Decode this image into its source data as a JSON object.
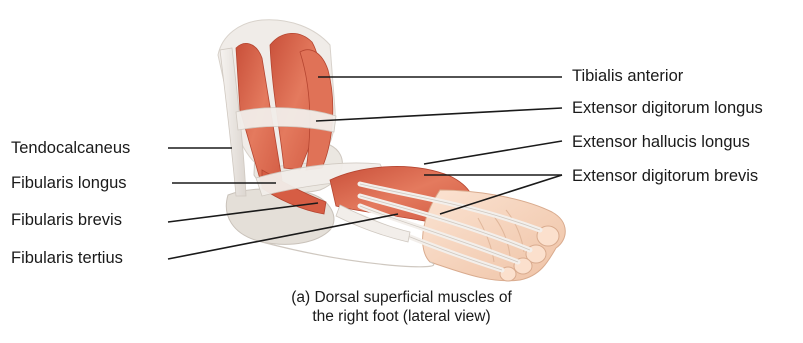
{
  "labels_right": {
    "tibialis_anterior": "Tibialis anterior",
    "extensor_digitorum_longus": "Extensor digitorum longus",
    "extensor_hallucis_longus": "Extensor hallucis longus",
    "extensor_digitorum_brevis": "Extensor digitorum brevis"
  },
  "labels_left": {
    "tendocalcaneus": "Tendocalcaneus",
    "fibularis_longus": "Fibularis longus",
    "fibularis_brevis": "Fibularis brevis",
    "fibularis_tertius": "Fibularis tertius"
  },
  "caption": {
    "line1": "(a) Dorsal superficial muscles of",
    "line2": "the right foot (lateral view)"
  },
  "colors": {
    "muscle": "#d9624a",
    "muscle_light": "#e98a6f",
    "tendon": "#eeeae6",
    "skin": "#f6d4bd",
    "bone": "#e6e2dc",
    "leader_line": "#1a1a1a"
  }
}
